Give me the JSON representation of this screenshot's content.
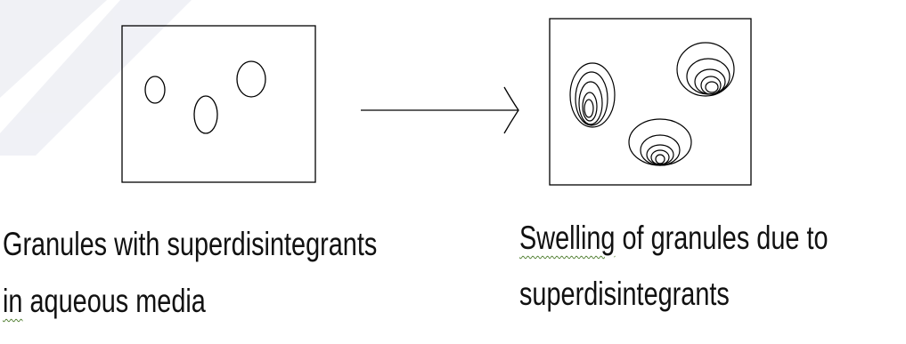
{
  "captions": {
    "left_line1": "Granules with superdisintegrants",
    "left_line2_word": "in",
    "left_line2_rest": " aqueous media",
    "right_line1_word": "Swelling",
    "right_line1_rest": " of granules due to",
    "right_line2": "superdisintegrants"
  },
  "colors": {
    "stroke": "#000000",
    "spellcheck_underline": "#4a7a2a",
    "watermark": "#dfe2ea"
  }
}
